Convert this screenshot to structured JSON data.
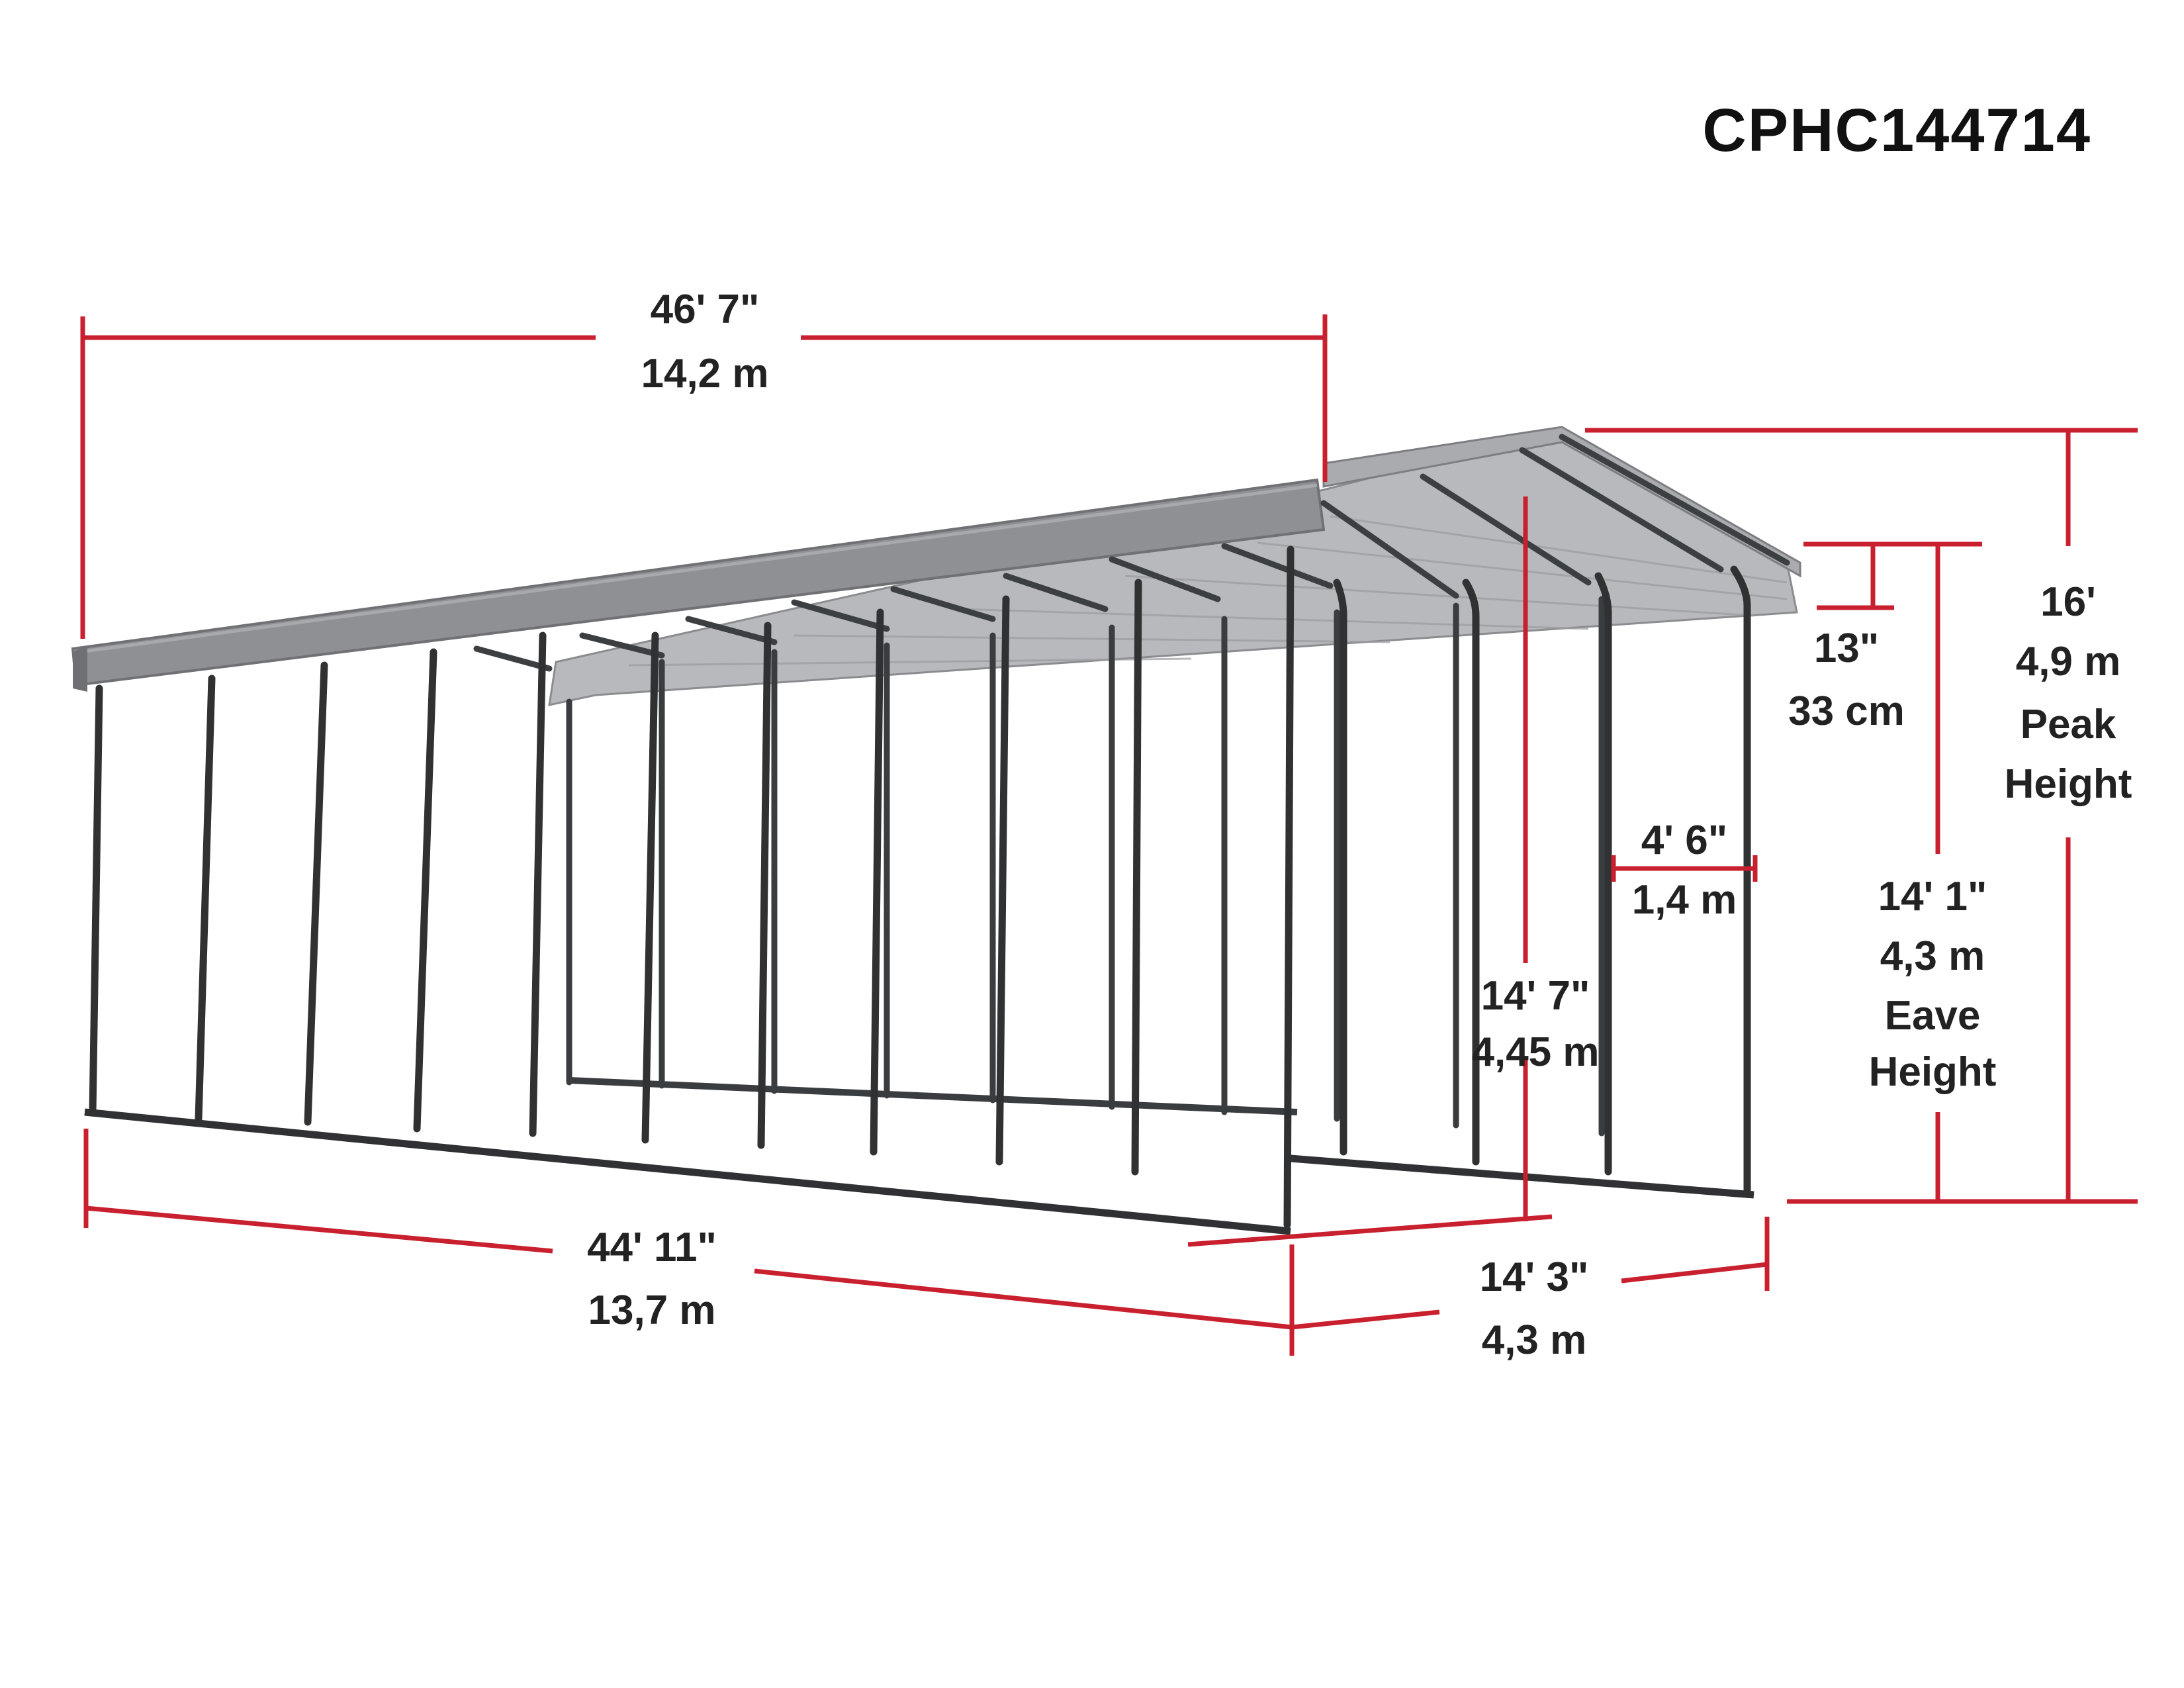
{
  "model_number": "CPHC144714",
  "dimensions": {
    "roof_length": {
      "imperial": "46' 7\"",
      "metric": "14,2 m"
    },
    "base_length": {
      "imperial": "44' 11\"",
      "metric": "13,7 m"
    },
    "base_width": {
      "imperial": "14' 3\"",
      "metric": "4,3 m"
    },
    "roof_overhang": {
      "imperial": "13\"",
      "metric": "33 cm"
    },
    "peak_height": {
      "imperial": "16'",
      "metric": "4,9 m",
      "label_line1": "Peak",
      "label_line2": "Height"
    },
    "eave_height": {
      "imperial": "14' 1\"",
      "metric": "4,3 m",
      "label_line1": "Eave",
      "label_line2": "Height"
    },
    "inner_width": {
      "imperial": "4' 6\"",
      "metric": "1,4 m"
    },
    "inner_height": {
      "imperial": "14' 7\"",
      "metric": "4,45 m"
    }
  },
  "colors": {
    "dimension_line": "#c9202f",
    "frame": "#2f3133",
    "roof_panel": "#8c8e91",
    "roof_underside": "#b9bbbe",
    "text": "#222222"
  }
}
